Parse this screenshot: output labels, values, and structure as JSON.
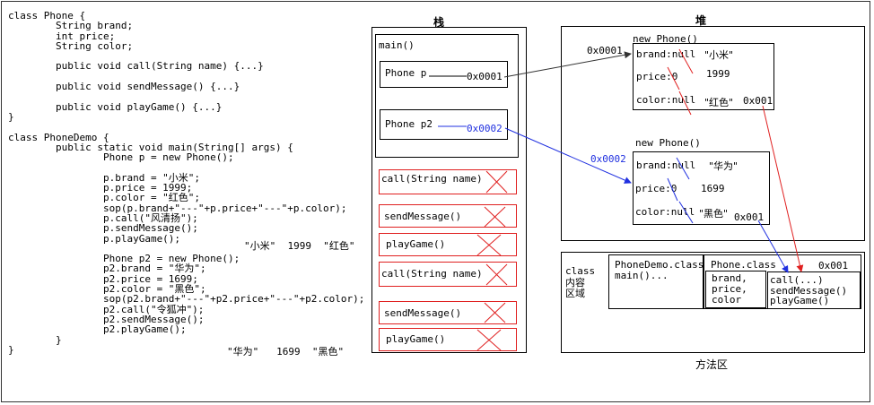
{
  "code_lines": [
    "class Phone {",
    "        String brand;",
    "        int price;",
    "        String color;",
    "",
    "        public void call(String name) {...}",
    "",
    "        public void sendMessage() {...}",
    "",
    "        public void playGame() {...}",
    "}",
    "",
    "class PhoneDemo {",
    "        public static void main(String[] args) {",
    "                Phone p = new Phone();",
    "",
    "                p.brand = \"小米\";",
    "                p.price = 1999;",
    "                p.color = \"红色\";",
    "                sop(p.brand+\"---\"+p.price+\"---\"+p.color);",
    "                p.call(\"风清扬\");",
    "                p.sendMessage();",
    "                p.playGame();",
    "",
    "                Phone p2 = new Phone();",
    "                p2.brand = \"华为\";",
    "                p2.price = 1699;",
    "                p2.color = \"黑色\";",
    "                sop(p2.brand+\"---\"+p2.price+\"---\"+p2.color);",
    "                p2.call(\"令狐冲\");",
    "                p2.sendMessage();",
    "                p2.playGame();",
    "        }",
    "}"
  ],
  "output1": "\"小米\"  1999  \"红色\"",
  "output2": "\"华为\"   1699  \"黑色\"",
  "stack": {
    "title": "栈",
    "frame_label": "main()",
    "var_p": "Phone p",
    "var_p_addr": "0x0001",
    "var_p2": "Phone p2",
    "var_p2_addr": "0x0002",
    "calls": [
      "call(String name)",
      "sendMessage()",
      "playGame()",
      "call(String name)",
      "sendMessage()",
      "playGame()"
    ]
  },
  "heap": {
    "title": "堆",
    "obj1": {
      "header": "new Phone()",
      "ref": "0x0001",
      "brand_field": "brand:null",
      "brand_val": "\"小米\"",
      "price_field": "price:0",
      "price_val": "1999",
      "color_field": "color:null",
      "color_val": "\"红色\"",
      "method_ref": "0x001"
    },
    "obj2": {
      "header": "new Phone()",
      "ref": "0x0002",
      "brand_field": "brand:null",
      "brand_val": "\"华为\"",
      "price_field": "price:0",
      "price_val": "1699",
      "color_field": "color:null",
      "color_val": "\"黑色\"",
      "method_ref": "0x001"
    }
  },
  "method_area": {
    "title": "方法区",
    "class_content_label_1": "class",
    "class_content_label_2": "内容",
    "class_content_label_3": "区域",
    "demo_class": "PhoneDemo.class",
    "demo_method": "main()...",
    "phone_class": "Phone.class",
    "phone_addr": "0x001",
    "phone_fields": [
      "brand,",
      "price,",
      "color"
    ],
    "phone_methods": [
      "call(...)",
      "sendMessage()",
      "playGame()"
    ]
  },
  "colors": {
    "red": "#e02020",
    "blue": "#2030e0",
    "black": "#000000"
  }
}
